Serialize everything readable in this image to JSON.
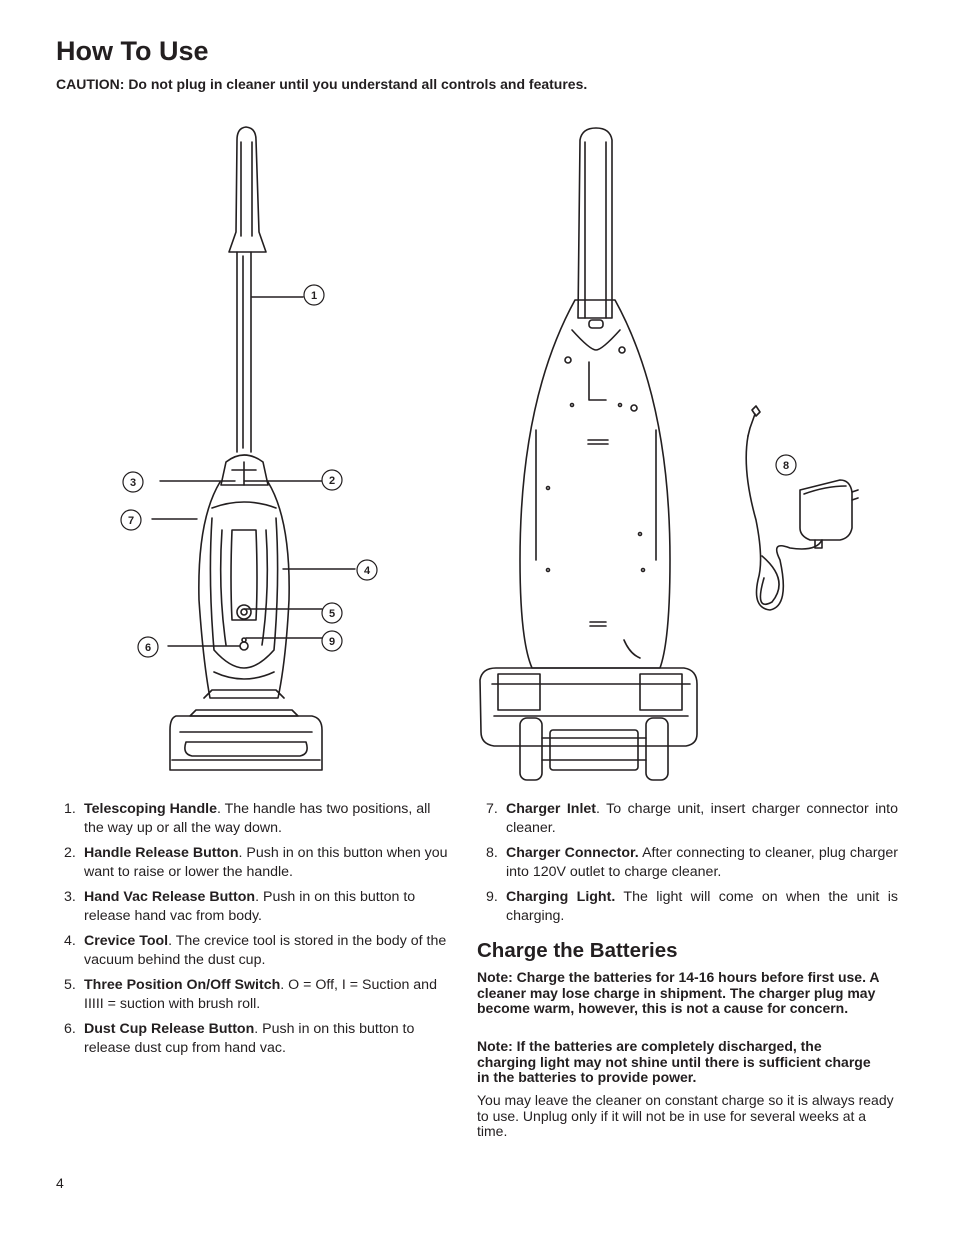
{
  "header": {
    "title": "How To Use",
    "caution": "CAUTION:  Do not plug in cleaner until you understand all controls and features."
  },
  "figure": {
    "callouts": [
      "1",
      "2",
      "3",
      "4",
      "5",
      "6",
      "7",
      "8",
      "9"
    ]
  },
  "features_left": [
    {
      "num": "1.",
      "term": "Telescoping Handle",
      "desc": ". The handle has two positions, all the way up or all the way down."
    },
    {
      "num": "2.",
      "term": "Handle Release Button",
      "desc": ". Push in on this button when you want to raise or lower the handle."
    },
    {
      "num": "3.",
      "term": "Hand Vac Release Button",
      "desc": ".  Push in on this button to release hand vac from body."
    },
    {
      "num": "4.",
      "term": "Crevice Tool",
      "desc": ". The crevice tool is stored in the body of the vacuum behind the dust cup."
    },
    {
      "num": "5.",
      "term": "Three Position On/Off Switch",
      "desc": ". O = Off, I = Suction and IIIII = suction with brush roll."
    },
    {
      "num": "6.",
      "term": "Dust Cup Release Button",
      "desc": ". Push in on this button to release dust cup from hand vac."
    }
  ],
  "features_right": [
    {
      "num": "7.",
      "term": "Charger Inlet",
      "desc": ". To charge unit, insert charger connector into cleaner."
    },
    {
      "num": "8.",
      "term": "Charger Connector.",
      "desc": " After connecting to cleaner, plug charger into 120V outlet to charge cleaner."
    },
    {
      "num": "9.",
      "term": "Charging Light.",
      "desc": " The light will come on when the unit is charging."
    }
  ],
  "charge_section": {
    "heading": "Charge the Batteries",
    "note1": "Note: Charge the batteries for 14-16 hours before first use. A cleaner may lose charge in shipment. The charger plug may become warm, however, this is not a cause for concern.",
    "note2": "Note: If the batteries are completely discharged, the charging light may not shine until there is sufficient charge in the batteries to provide power.",
    "body": "You may leave the cleaner on constant charge so it is always ready to use. Unplug only if it will not be in use for several weeks at a time."
  },
  "footer": {
    "page_number": "4"
  }
}
